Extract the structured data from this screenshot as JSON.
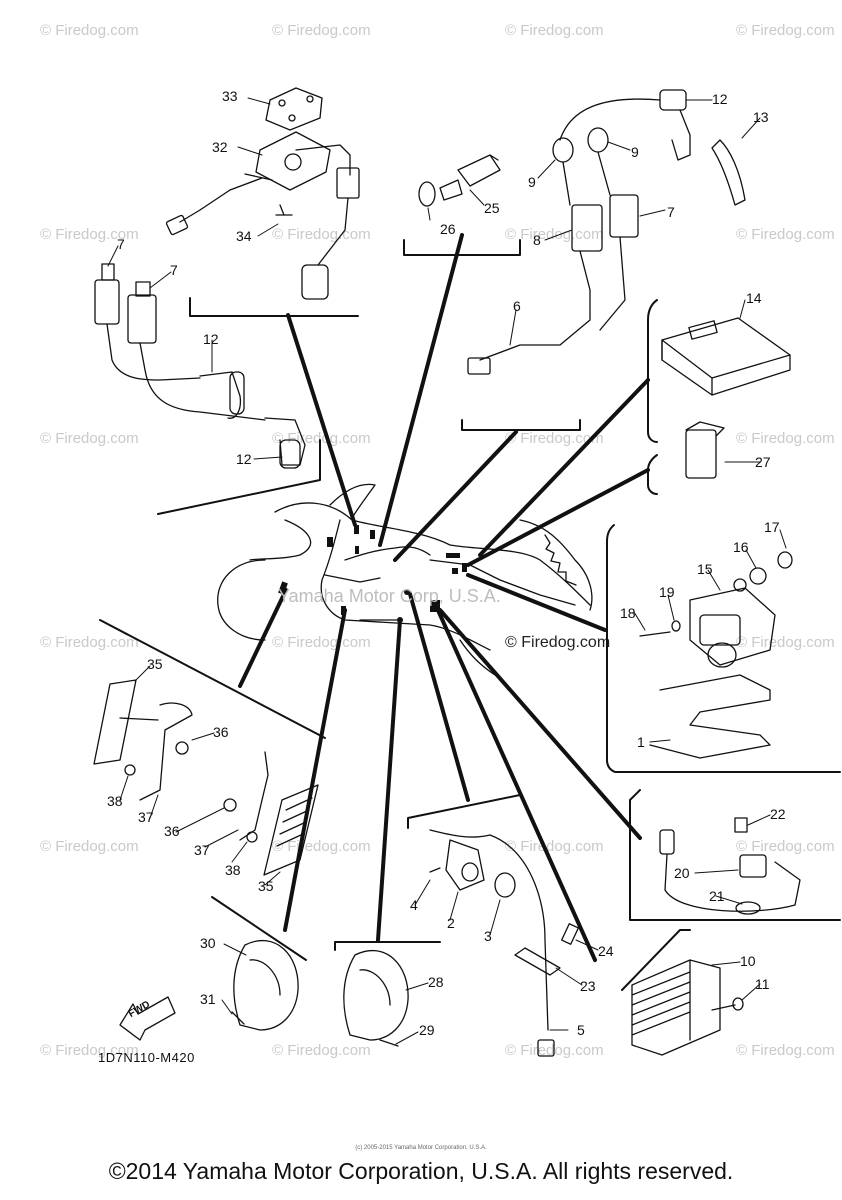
{
  "watermark_text": "© Firedog.com",
  "center_watermark": "Yamaha Motor Corp, U.S.A.",
  "drawing_code": "1D7N110-M420",
  "fwd_label": "FWD",
  "footer_small": "(c) 2005-2015 Yamaha Motor Corporation, U.S.A.",
  "footer_text": "©2014 Yamaha Motor Corporation, U.S.A. All rights reserved.",
  "callouts": [
    "33",
    "32",
    "34",
    "7",
    "7",
    "12",
    "12",
    "26",
    "25",
    "12",
    "13",
    "9",
    "9",
    "8",
    "7",
    "6",
    "14",
    "27",
    "17",
    "16",
    "15",
    "19",
    "18",
    "1",
    "35",
    "36",
    "38",
    "37",
    "36",
    "37",
    "38",
    "35",
    "22",
    "20",
    "21",
    "4",
    "2",
    "3",
    "24",
    "23",
    "5",
    "10",
    "11",
    "30",
    "31",
    "28",
    "29"
  ]
}
